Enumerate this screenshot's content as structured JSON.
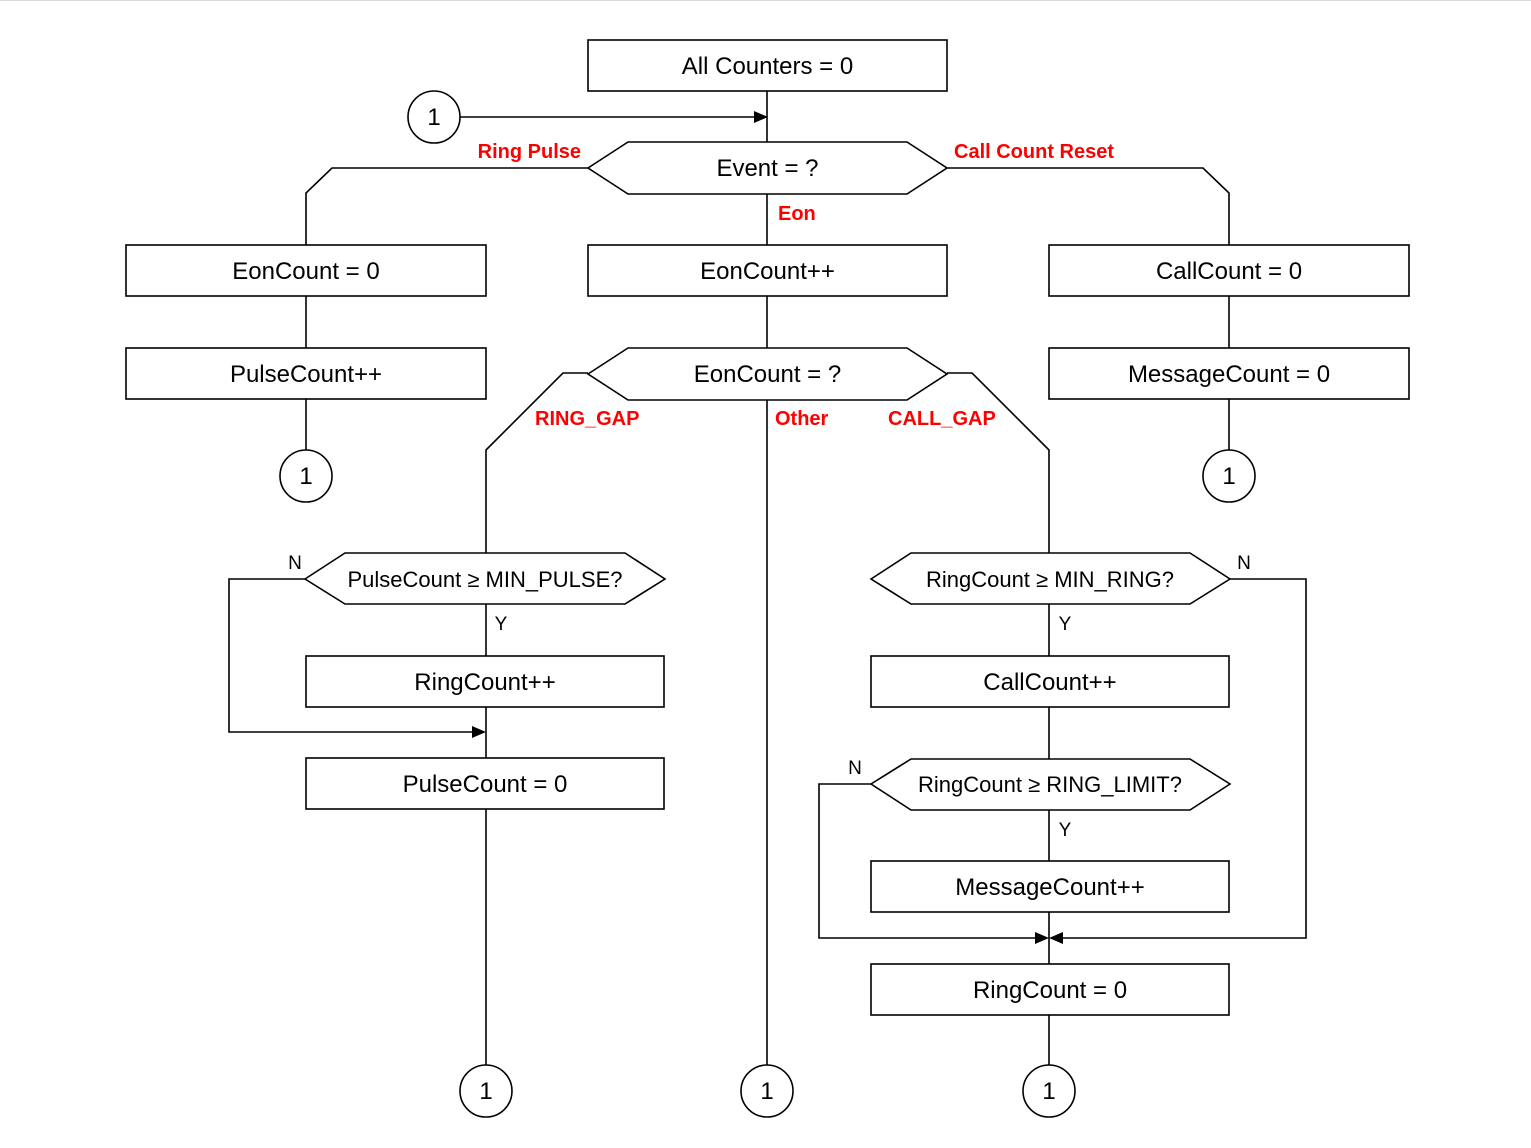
{
  "colors": {
    "line": "#000000",
    "case_label": "#ff0000",
    "background": "#ffffff"
  },
  "nodes": {
    "init": "All Counters = 0",
    "event_decision": "Event = ?",
    "eon_reset": "EonCount = 0",
    "pulse_inc": "PulseCount++",
    "eon_inc": "EonCount++",
    "eon_decision": "EonCount = ?",
    "callcount_reset": "CallCount = 0",
    "messagecount_reset": "MessageCount = 0",
    "pulse_check": "PulseCount ≥ MIN_PULSE?",
    "ring_inc": "RingCount++",
    "pulse_reset": "PulseCount = 0",
    "ring_check": "RingCount ≥ MIN_RING?",
    "call_inc": "CallCount++",
    "limit_check": "RingCount ≥ RING_LIMIT?",
    "message_inc": "MessageCount++",
    "ring_reset": "RingCount = 0"
  },
  "case_labels": {
    "ring_pulse": "Ring Pulse",
    "call_count_reset": "Call Count Reset",
    "eon": "Eon",
    "ring_gap": "RING_GAP",
    "other": "Other",
    "call_gap": "CALL_GAP"
  },
  "branch_labels": {
    "no": "N",
    "yes": "Y"
  },
  "connector_label": "1"
}
